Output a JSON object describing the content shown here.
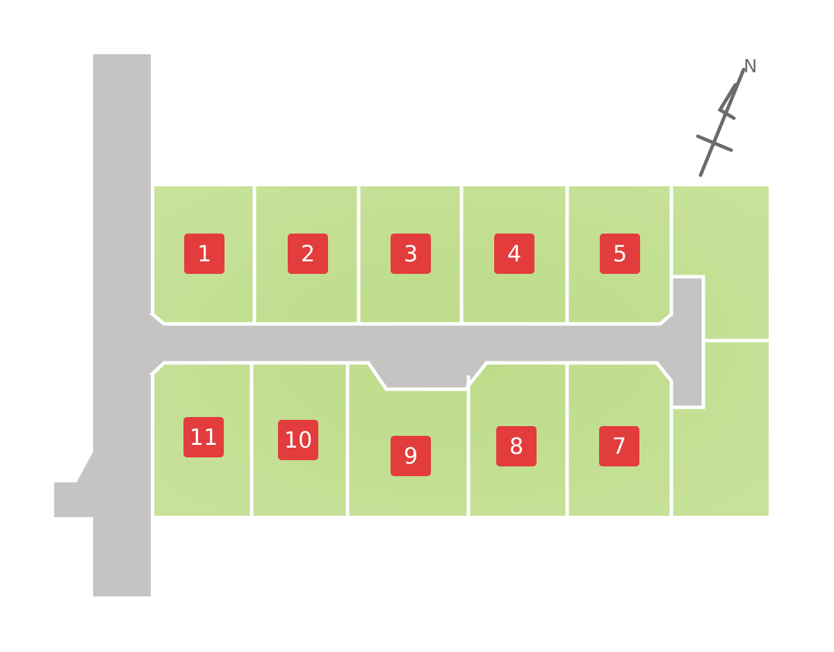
{
  "map": {
    "colors": {
      "road": "#c6c3c3",
      "lot": "#c3de92",
      "lot_dark": "#b5d67e",
      "divider": "#ffffff",
      "marker": "#e23c3c",
      "marker_text": "#ffffff",
      "compass": "#6b6b6b"
    },
    "compass": {
      "letter": "N"
    },
    "lots": [
      {
        "id": "lot-1",
        "label": "1"
      },
      {
        "id": "lot-2",
        "label": "2"
      },
      {
        "id": "lot-3",
        "label": "3"
      },
      {
        "id": "lot-4",
        "label": "4"
      },
      {
        "id": "lot-5",
        "label": "5"
      },
      {
        "id": "lot-7",
        "label": "7"
      },
      {
        "id": "lot-8",
        "label": "8"
      },
      {
        "id": "lot-9",
        "label": "9"
      },
      {
        "id": "lot-10",
        "label": "10"
      },
      {
        "id": "lot-11",
        "label": "11"
      }
    ]
  }
}
